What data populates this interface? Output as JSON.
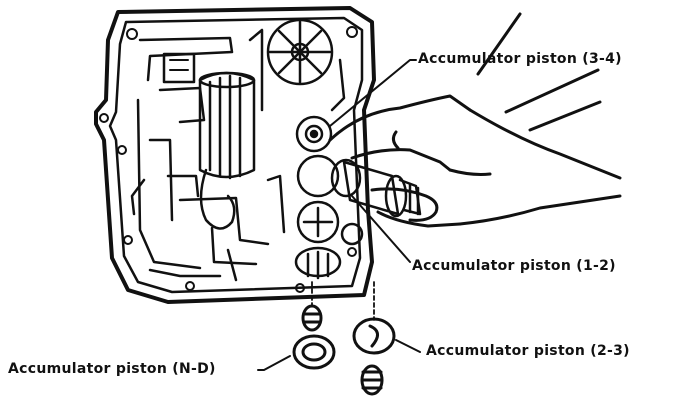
{
  "diagram": {
    "labels": {
      "piston_3_4": "Accumulator piston (3-4)",
      "piston_1_2": "Accumulator piston (1-2)",
      "piston_2_3": "Accumulator piston (2-3)",
      "piston_n_d": "Accumulator piston (N-D)"
    },
    "colors": {
      "ink": "#111111",
      "paper": "#ffffff"
    }
  }
}
